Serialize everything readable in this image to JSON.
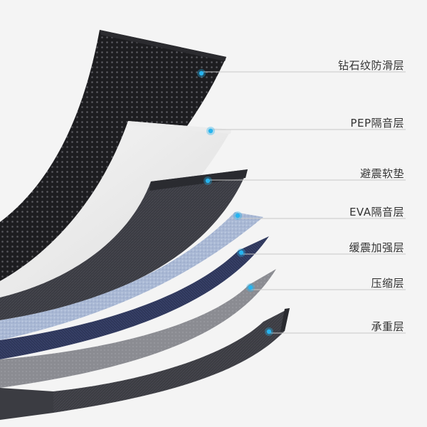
{
  "layers": [
    {
      "id": "diamond",
      "label": "钻石纹防滑层"
    },
    {
      "id": "pep",
      "label": "PEP隔音层"
    },
    {
      "id": "shock-pad",
      "label": "避震软垫"
    },
    {
      "id": "eva",
      "label": "EVA隔音层"
    },
    {
      "id": "cushion",
      "label": "缓震加强层"
    },
    {
      "id": "compression",
      "label": "压缩层"
    },
    {
      "id": "load-bearing",
      "label": "承重层"
    }
  ],
  "colors": {
    "background": "#f4f4f4",
    "marker": "#27b4ef",
    "leader_line": "#c8c8c8",
    "label_text": "#333333"
  }
}
